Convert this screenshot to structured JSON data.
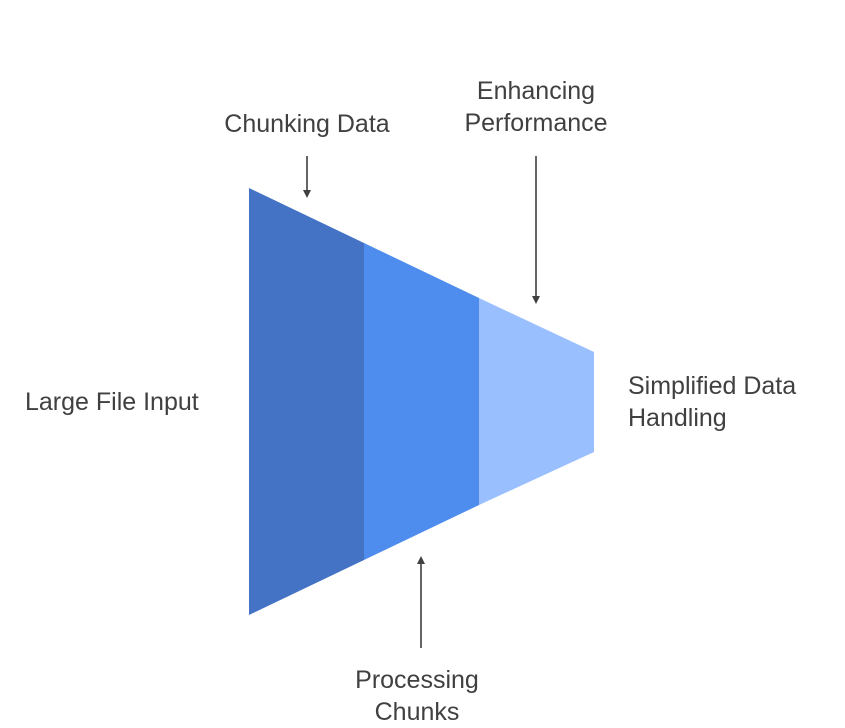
{
  "labels": {
    "input": "Large File Input",
    "chunking": "Chunking Data",
    "enhancing": [
      "Enhancing",
      "Performance"
    ],
    "processing": [
      "Processing",
      "Chunks"
    ],
    "output": [
      "Simplified Data",
      "Handling"
    ]
  },
  "colors": {
    "segment_1": "#4472C4",
    "segment_2": "#4E8CEE",
    "segment_3": "#99BFFF",
    "text": "#404040",
    "arrow": "#404040",
    "background": "#FFFFFF"
  }
}
